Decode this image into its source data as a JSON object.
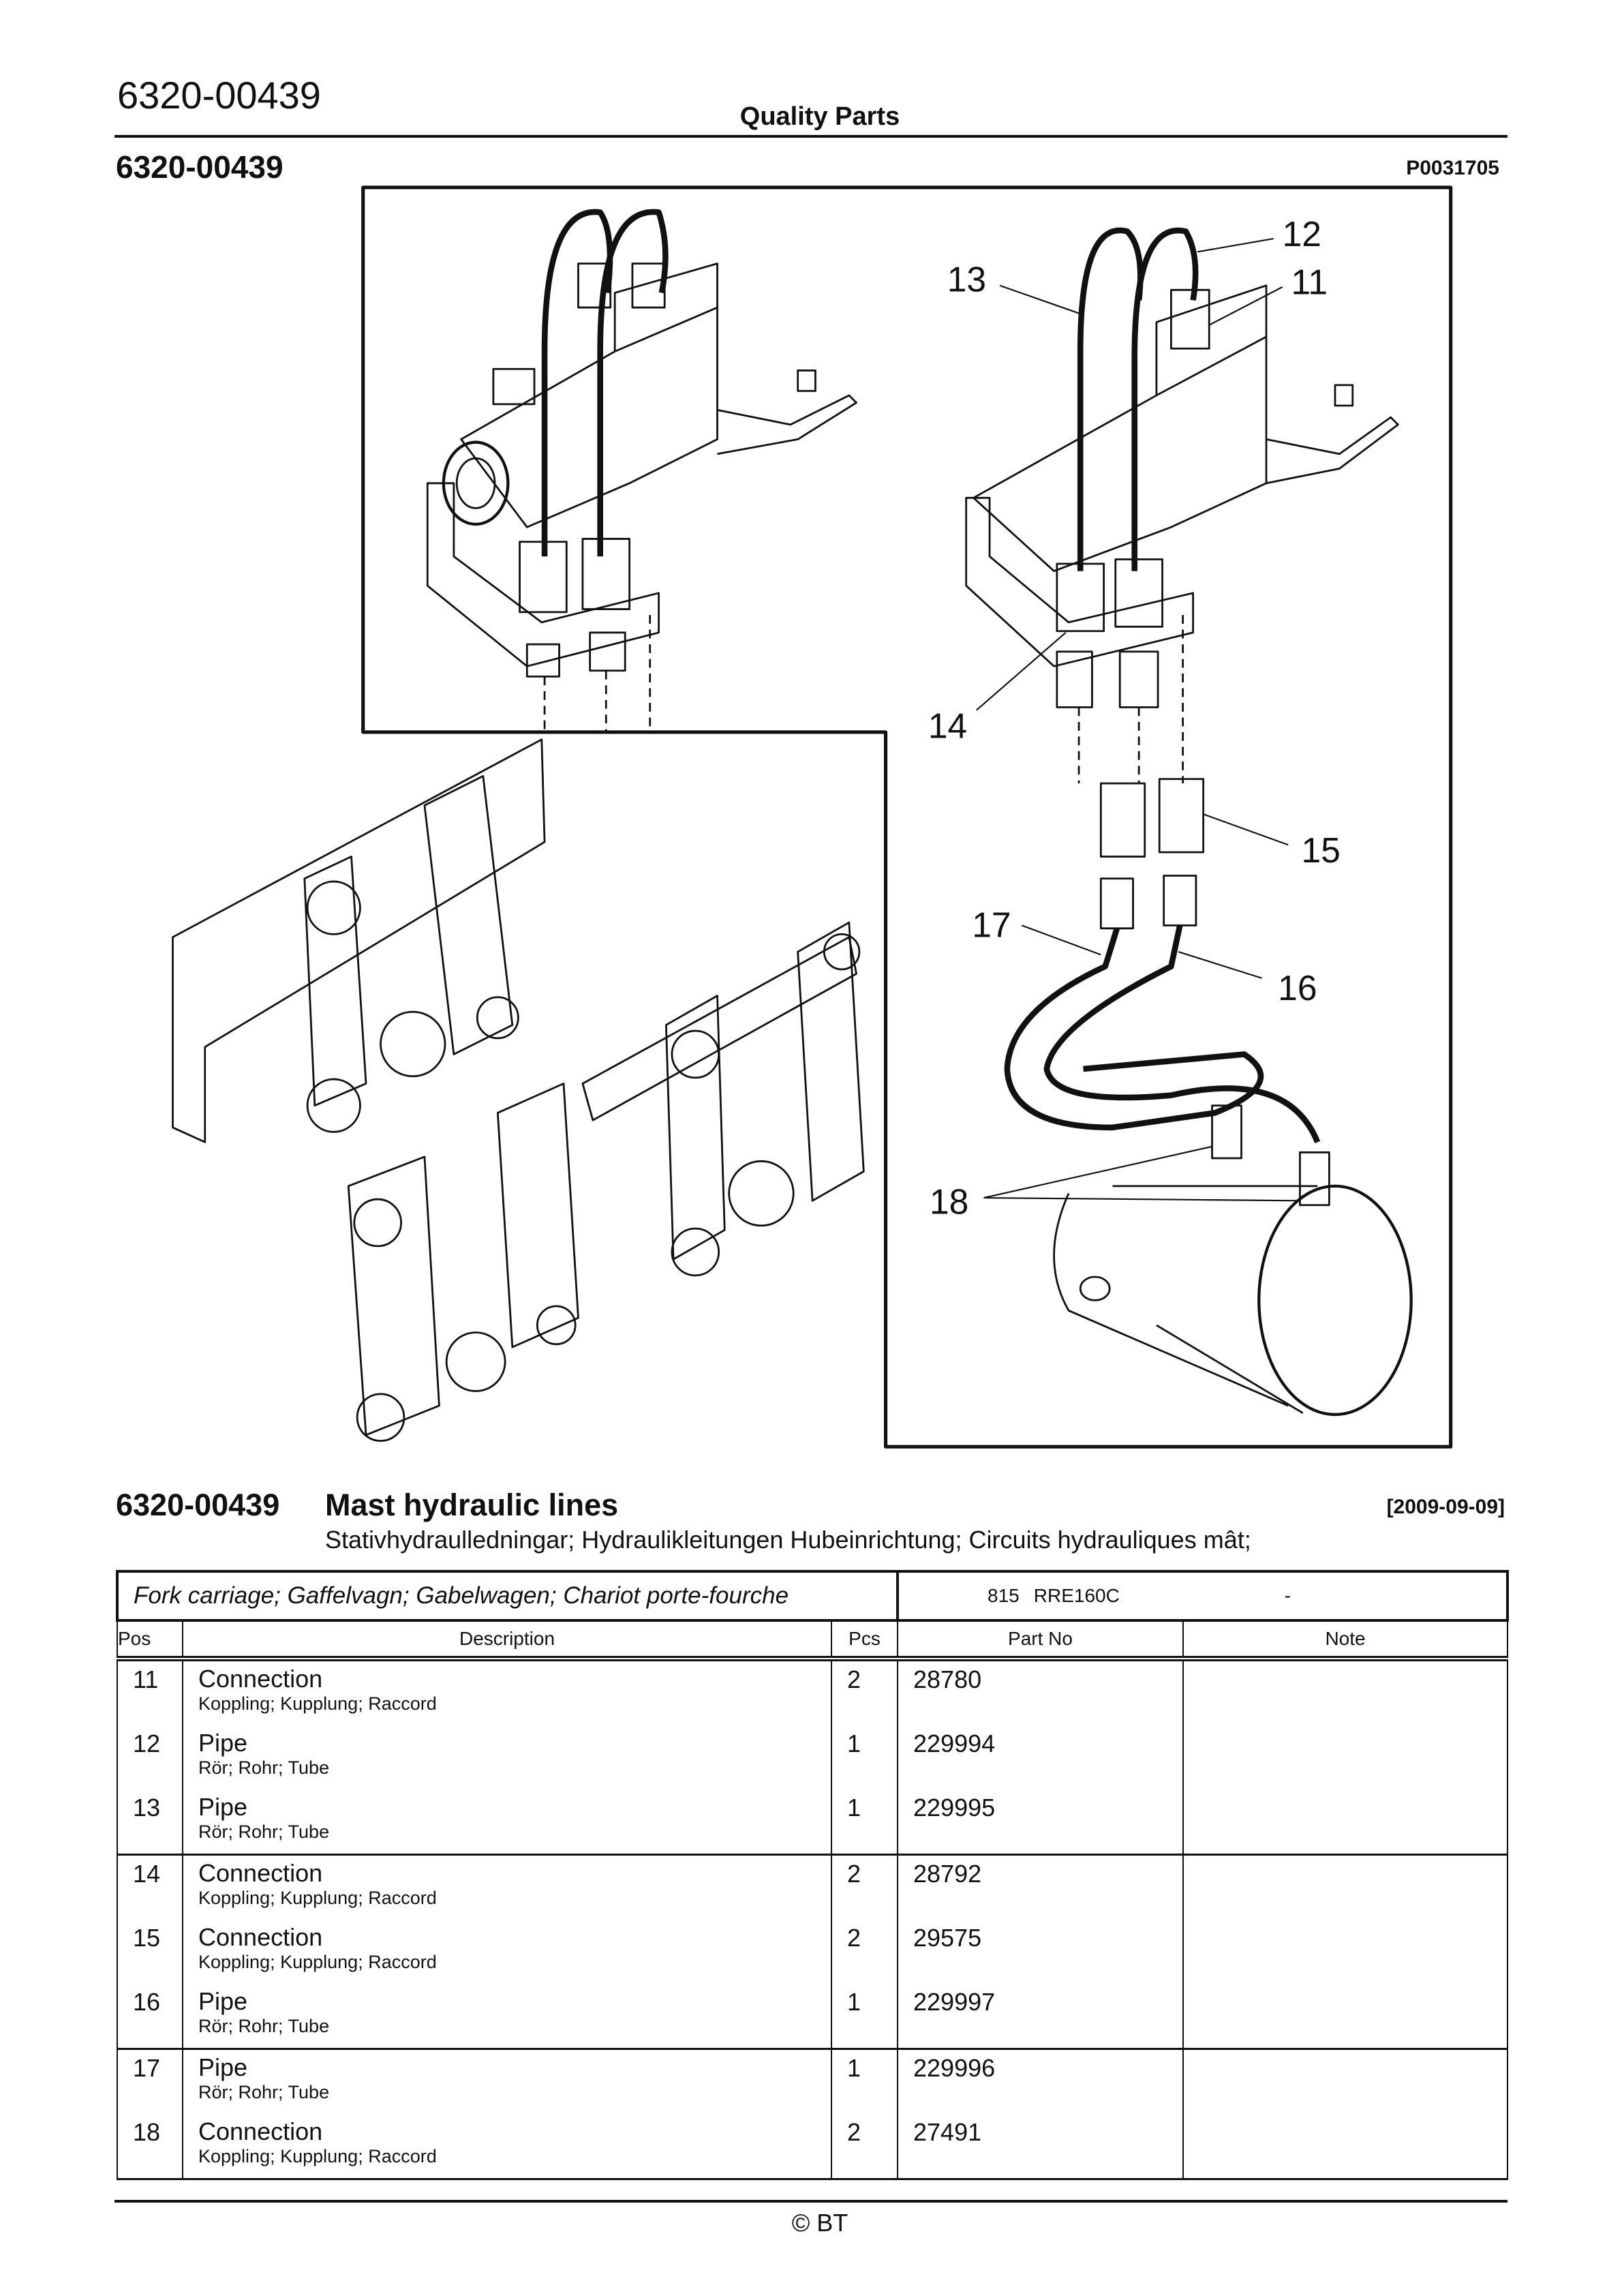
{
  "header": {
    "doc_number": "6320-00439",
    "center_title": "Quality Parts",
    "section_number": "6320-00439",
    "picture_id": "P0031705"
  },
  "drawing": {
    "callouts": [
      "11",
      "12",
      "13",
      "14",
      "15",
      "16",
      "17",
      "18"
    ]
  },
  "title": {
    "number": "6320-00439",
    "name": "Mast hydraulic lines",
    "date": "[2009-09-09]",
    "subtitle": "Stativhydraulledningar; Hydraulikleitungen Hubeinrichtung; Circuits hydrauliques mât;"
  },
  "table": {
    "group_label": "Fork carriage; Gaffelvagn; Gabelwagen; Chariot porte-fourche",
    "model_code": "815",
    "model_name": "RRE160C",
    "model_extra": "-",
    "columns": {
      "pos": "Pos",
      "description": "Description",
      "pcs": "Pcs",
      "part_no": "Part No",
      "note": "Note"
    },
    "groups": [
      [
        {
          "pos": "11",
          "desc": "Connection",
          "sub": "Koppling; Kupplung; Raccord",
          "pcs": "2",
          "part": "28780",
          "note": ""
        },
        {
          "pos": "12",
          "desc": "Pipe",
          "sub": "Rör; Rohr; Tube",
          "pcs": "1",
          "part": "229994",
          "note": ""
        },
        {
          "pos": "13",
          "desc": "Pipe",
          "sub": "Rör; Rohr; Tube",
          "pcs": "1",
          "part": "229995",
          "note": ""
        }
      ],
      [
        {
          "pos": "14",
          "desc": "Connection",
          "sub": "Koppling; Kupplung; Raccord",
          "pcs": "2",
          "part": "28792",
          "note": ""
        },
        {
          "pos": "15",
          "desc": "Connection",
          "sub": "Koppling; Kupplung; Raccord",
          "pcs": "2",
          "part": "29575",
          "note": ""
        },
        {
          "pos": "16",
          "desc": "Pipe",
          "sub": "Rör; Rohr; Tube",
          "pcs": "1",
          "part": "229997",
          "note": ""
        }
      ],
      [
        {
          "pos": "17",
          "desc": "Pipe",
          "sub": "Rör; Rohr; Tube",
          "pcs": "1",
          "part": "229996",
          "note": ""
        },
        {
          "pos": "18",
          "desc": "Connection",
          "sub": "Koppling; Kupplung; Raccord",
          "pcs": "2",
          "part": "27491",
          "note": ""
        }
      ]
    ]
  },
  "footer": {
    "copyright": "© BT"
  }
}
